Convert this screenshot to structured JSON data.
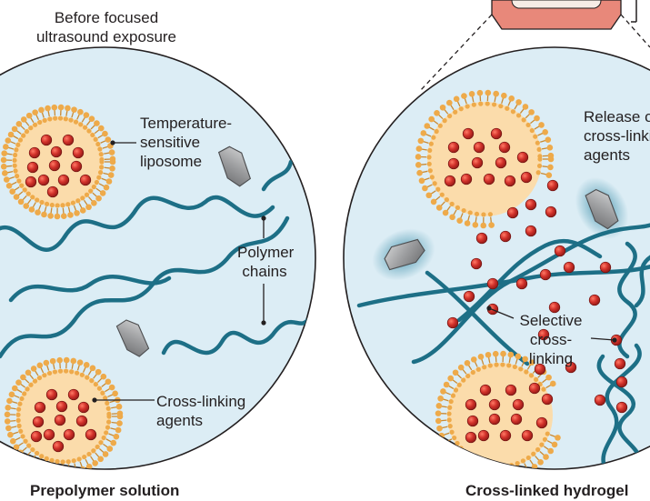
{
  "left_panel": {
    "top_note": [
      "Before focused",
      "ultrasound exposure"
    ],
    "labels": {
      "liposome": [
        "Temperature-",
        "sensitive",
        "liposome"
      ],
      "polymer": [
        "Polymer",
        "chains"
      ],
      "agents": [
        "Cross-linking",
        "agents"
      ]
    },
    "caption": "Prepolymer solution"
  },
  "right_panel": {
    "labels": {
      "release": [
        "Release of",
        "cross-linking",
        "agents"
      ],
      "selective": [
        "Selective",
        "cross-linking"
      ]
    },
    "caption": "Cross-linked hydrogel"
  },
  "colors": {
    "circle_fill": "#dcedf5",
    "polymer": "#1d6f86",
    "lipid": "#eeaa4a",
    "liposome_core": "#fbdcab",
    "agent": "#c72a25",
    "crystal": "#9a9b9c",
    "device": "#e8887a"
  }
}
